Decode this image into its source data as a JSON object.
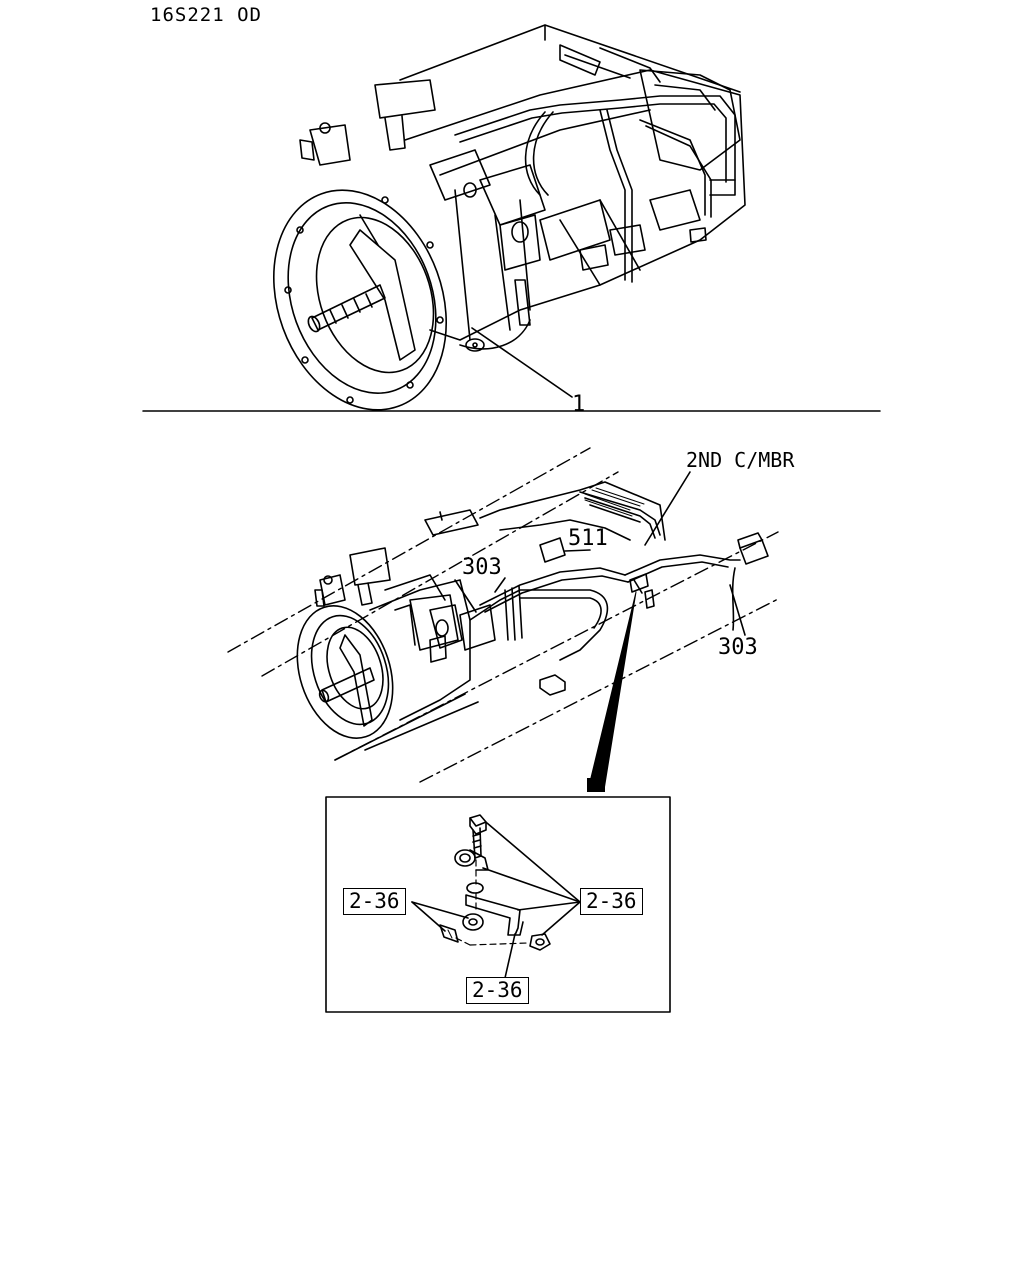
{
  "diagram_code": "16S221 OD",
  "callouts": {
    "transmission": "1",
    "crossmember": "2ND C/MBR",
    "harness_main": "511",
    "harness_left": "303",
    "harness_right": "303"
  },
  "detail_refs": {
    "left": "2-36",
    "right": "2-36",
    "bottom": "2-36"
  }
}
